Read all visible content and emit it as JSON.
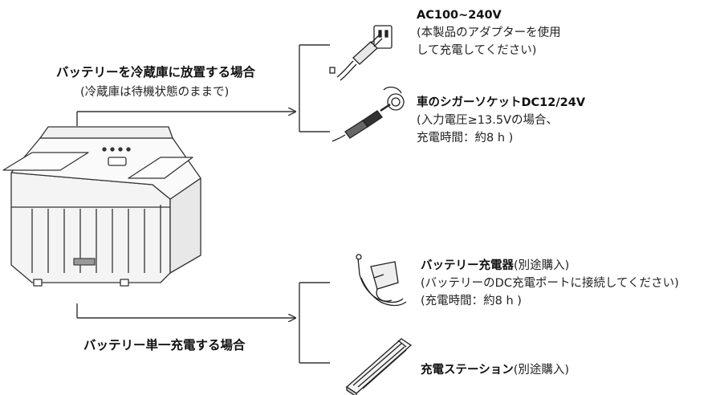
{
  "case_fridge": {
    "title": "バッテリーを冷蔵庫に放置する場合",
    "subtitle": "(冷蔵庫は待機状態のままで)"
  },
  "case_single": {
    "title": "バッテリー単一充電する場合"
  },
  "ac_option": {
    "title": "AC100~240V",
    "line1": "(本製品のアダプターを使用",
    "line2": "して充電してください)"
  },
  "car_option": {
    "title": "車のシガーソケットDC12/24V",
    "line1": "(入力電圧≥13.5Vの場合、",
    "line2": "充電時間：約8 h )"
  },
  "charger_option": {
    "title": "バッテリー充電器",
    "title_suffix": "(別途購入)",
    "line1": "(バッテリーのDC充電ポートに接続してください)",
    "line2": "(充電時間：約8 h )"
  },
  "station_option": {
    "title": "充電ステーション",
    "title_suffix": "(別途購入)"
  }
}
